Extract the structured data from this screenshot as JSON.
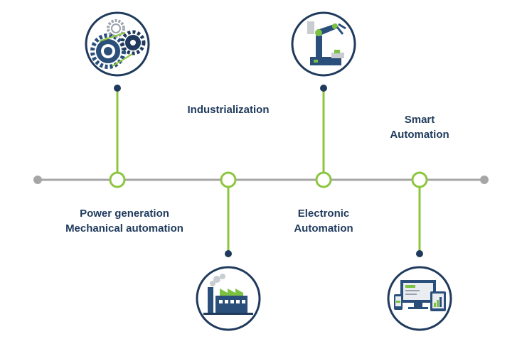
{
  "colors": {
    "timeline": "#a6a6a6",
    "connector": "#8cc63f",
    "navy": "#1f3a5c",
    "icon_gray": "#c9cdd2",
    "icon_green": "#7cc242"
  },
  "milestones": [
    {
      "lines": [
        "Power generation",
        "Mechanical automation"
      ],
      "icon": "gears-icon",
      "side": "top"
    },
    {
      "lines": [
        "Industrialization"
      ],
      "icon": "factory-icon",
      "side": "bottom"
    },
    {
      "lines": [
        "Electronic",
        "Automation"
      ],
      "icon": "robot-arm-icon",
      "side": "top"
    },
    {
      "lines": [
        "Smart",
        "Automation"
      ],
      "icon": "devices-icon",
      "side": "bottom"
    }
  ]
}
